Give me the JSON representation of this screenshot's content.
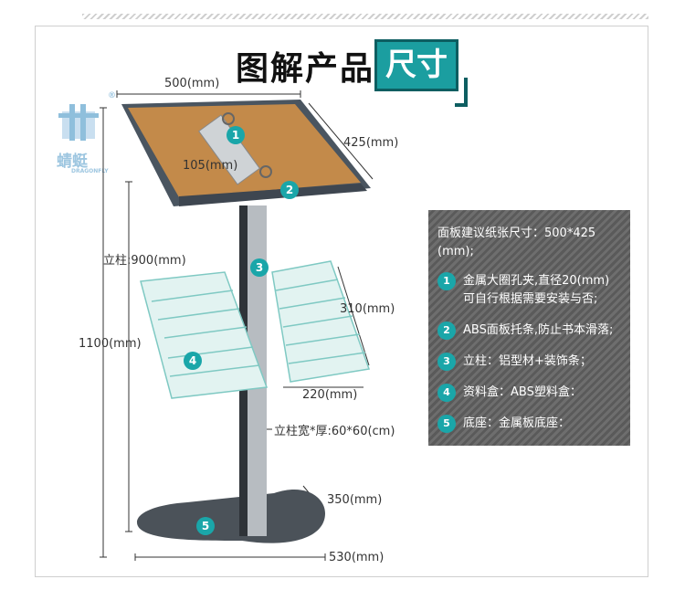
{
  "title": {
    "main": "图解产品",
    "highlight": "尺寸"
  },
  "watermark": {
    "chars": "蜻蜓",
    "sub": "DRAGONFLY",
    "mark": "®"
  },
  "dimensions": {
    "top_width": "500(mm)",
    "top_depth": "425(mm)",
    "clip_width": "105(mm)",
    "pillar_height": "立柱:900(mm)",
    "total_height": "1100(mm)",
    "box_height": "310(mm)",
    "box_width": "220(mm)",
    "pillar_section": "立柱宽*厚:60*60(cm)",
    "base_depth": "350(mm)",
    "base_width": "530(mm)"
  },
  "markers": [
    "1",
    "2",
    "3",
    "4",
    "5"
  ],
  "info": {
    "heading": "面板建议纸张尺寸：500*425 (mm);",
    "items": [
      {
        "num": "1",
        "lines": [
          "金属大圈孔夹,直径20(mm)",
          "可自行根据需要安装与否;"
        ]
      },
      {
        "num": "2",
        "lines": [
          "ABS面板托条,防止书本滑落;"
        ]
      },
      {
        "num": "3",
        "lines": [
          "立柱：铝型材+装饰条；"
        ]
      },
      {
        "num": "4",
        "lines": [
          "资料盒：ABS塑料盒："
        ]
      },
      {
        "num": "5",
        "lines": [
          "底座：金属板底座："
        ]
      }
    ]
  },
  "colors": {
    "accent": "#1b9ea0",
    "wood": "#c38a4a",
    "frame": "#4a5560",
    "pillar": "#b7bcc1"
  }
}
